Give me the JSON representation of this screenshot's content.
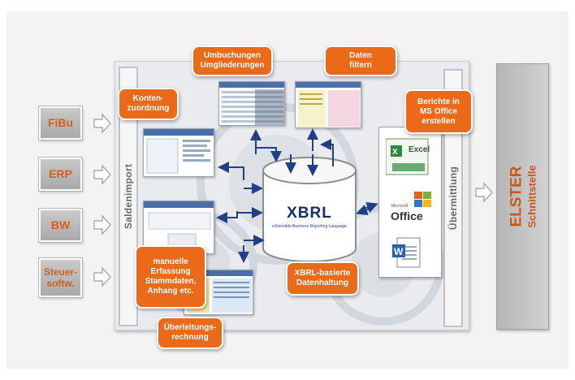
{
  "sources": {
    "fibu": "FiBu",
    "erp": "ERP",
    "bw": "BW",
    "steuer_line1": "Steuer-",
    "steuer_line2": "softw."
  },
  "bars": {
    "import": "Saldenimport",
    "transfer": "Übermittlung"
  },
  "callouts": {
    "konten_1": "Konten-",
    "konten_2": "zuordnung",
    "umbuchungen_1": "Umbuchungen",
    "umbuchungen_2": "Umgliederungen",
    "daten_1": "Daten",
    "daten_2": "filtern",
    "berichte_1": "Berichte in",
    "berichte_2": "MS Office",
    "berichte_3": "erstellen",
    "manuell_1": "manuelle",
    "manuell_2": "Erfassung",
    "manuell_3": "Stammdaten,",
    "manuell_4": "Anhang etc.",
    "xbrl_1": "XBRL-basierte",
    "xbrl_2": "Datenhaltung",
    "ueber_1": "Überleitungs-",
    "ueber_2": "rechnung"
  },
  "database": {
    "logo": "XBRL",
    "tagline": "eXtensible Business Reporting Language"
  },
  "office_icons": {
    "excel": "Excel",
    "office_small": "Microsoft",
    "office": "Office"
  },
  "elster": {
    "line1": "ELSTER",
    "line2": "Schnittstelle"
  },
  "colors": {
    "accent_orange": "#ea6a1a",
    "label_orange": "#d0601e",
    "arrow_blue": "#1f3f86",
    "box_gray": "#b9b9b9"
  }
}
